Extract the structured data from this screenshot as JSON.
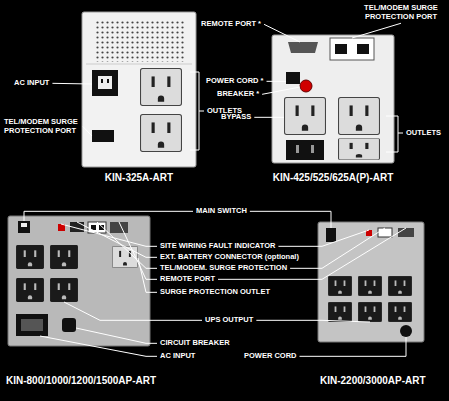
{
  "diagram": {
    "labels": [
      "AC INPUT",
      "TEL/MODEM SURGE PROTECTION PORT",
      "OUTLETS",
      "KIN-325A-ART",
      "REMOTE PORT *",
      "TEL/MODEM SURGE PROTECTION PORT",
      "POWER CORD *",
      "BREAKER *",
      "BYPASS",
      "OUTLETS",
      "KIN-425/525/625A(P)-ART",
      "MAIN SWITCH",
      "SITE WIRING FAULT INDICATOR",
      "EXT. BATTERY CONNECTOR (optional)",
      "TEL/MODEM. SURGE PROTECTION",
      "REMOTE PORT",
      "SURGE PROTECTION OUTLET",
      "UPS OUTPUT",
      "CIRCUIT BREAKER",
      "AC INPUT",
      "POWER CORD",
      "KIN-800/1000/1200/1500AP-ART",
      "KIN-2200/3000AP-ART"
    ]
  }
}
